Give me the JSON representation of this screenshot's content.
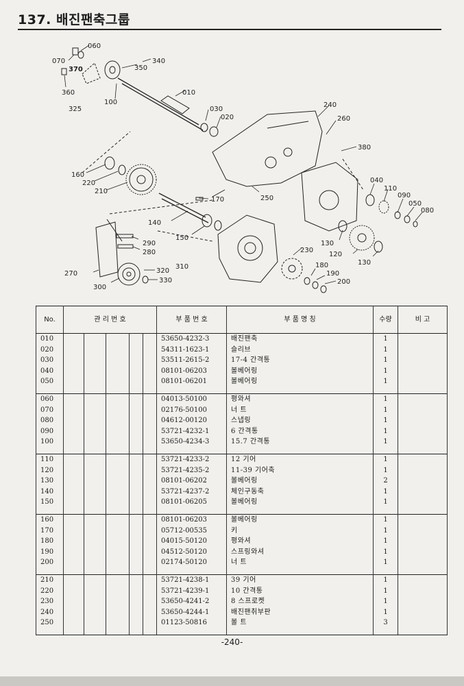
{
  "page": {
    "title": "137. 배진팬축그룹",
    "page_number": "-240-"
  },
  "diagram": {
    "callouts": [
      "060",
      "070",
      "370",
      "350",
      "340",
      "360",
      "325",
      "100",
      "010",
      "030",
      "020",
      "240",
      "260",
      "380",
      "160",
      "220",
      "210",
      "170",
      "250",
      "040",
      "110",
      "090",
      "050",
      "080",
      "140",
      "150",
      "290",
      "280",
      "230",
      "130",
      "120",
      "130",
      "180",
      "190",
      "200",
      "270",
      "300",
      "320",
      "310",
      "330"
    ]
  },
  "table": {
    "headers": {
      "no": "No.",
      "mgmt": "관 리 번 호",
      "part_no": "부 품 번 호",
      "part_name": "부 품 명 칭",
      "qty": "수량",
      "remarks": "비 고"
    },
    "groups": [
      [
        {
          "no": "010",
          "part_no": "53650-4232-3",
          "name": "배진팬축",
          "qty": "1"
        },
        {
          "no": "020",
          "part_no": "54311-1623-1",
          "name": "슬리브",
          "qty": "1"
        },
        {
          "no": "030",
          "part_no": "53511-2615-2",
          "name": "17-4 간격통",
          "qty": "1"
        },
        {
          "no": "040",
          "part_no": "08101-06203",
          "name": "볼베어링",
          "qty": "1"
        },
        {
          "no": "050",
          "part_no": "08101-06201",
          "name": "볼베어링",
          "qty": "1"
        }
      ],
      [
        {
          "no": "060",
          "part_no": "04013-50100",
          "name": "평와셔",
          "qty": "1"
        },
        {
          "no": "070",
          "part_no": "02176-50100",
          "name": "너 트",
          "qty": "1"
        },
        {
          "no": "080",
          "part_no": "04612-00120",
          "name": "스냅링",
          "qty": "1"
        },
        {
          "no": "090",
          "part_no": "53721-4232-1",
          "name": "6 간격통",
          "qty": "1"
        },
        {
          "no": "100",
          "part_no": "53650-4234-3",
          "name": "15.7 간격통",
          "qty": "1"
        }
      ],
      [
        {
          "no": "110",
          "part_no": "53721-4233-2",
          "name": "12 기어",
          "qty": "1"
        },
        {
          "no": "120",
          "part_no": "53721-4235-2",
          "name": "11-39 기어축",
          "qty": "1"
        },
        {
          "no": "130",
          "part_no": "08101-06202",
          "name": "볼베어링",
          "qty": "2"
        },
        {
          "no": "140",
          "part_no": "53721-4237-2",
          "name": "체인구동축",
          "qty": "1"
        },
        {
          "no": "150",
          "part_no": "08101-06205",
          "name": "볼베어링",
          "qty": "1"
        }
      ],
      [
        {
          "no": "160",
          "part_no": "08101-06203",
          "name": "볼베어링",
          "qty": "1"
        },
        {
          "no": "170",
          "part_no": "05712-00535",
          "name": "키",
          "qty": "1"
        },
        {
          "no": "180",
          "part_no": "04015-50120",
          "name": "평와셔",
          "qty": "1"
        },
        {
          "no": "190",
          "part_no": "04512-50120",
          "name": "스프링와셔",
          "qty": "1"
        },
        {
          "no": "200",
          "part_no": "02174-50120",
          "name": "너 트",
          "qty": "1"
        }
      ],
      [
        {
          "no": "210",
          "part_no": "53721-4238-1",
          "name": "39 기어",
          "qty": "1"
        },
        {
          "no": "220",
          "part_no": "53721-4239-1",
          "name": "10 간격통",
          "qty": "1"
        },
        {
          "no": "230",
          "part_no": "53650-4241-2",
          "name": "8 스프로켓",
          "qty": "1"
        },
        {
          "no": "240",
          "part_no": "53650-4244-1",
          "name": "배진팬취부판",
          "qty": "1"
        },
        {
          "no": "250",
          "part_no": "01123-50816",
          "name": "볼 트",
          "qty": "3"
        }
      ]
    ]
  }
}
